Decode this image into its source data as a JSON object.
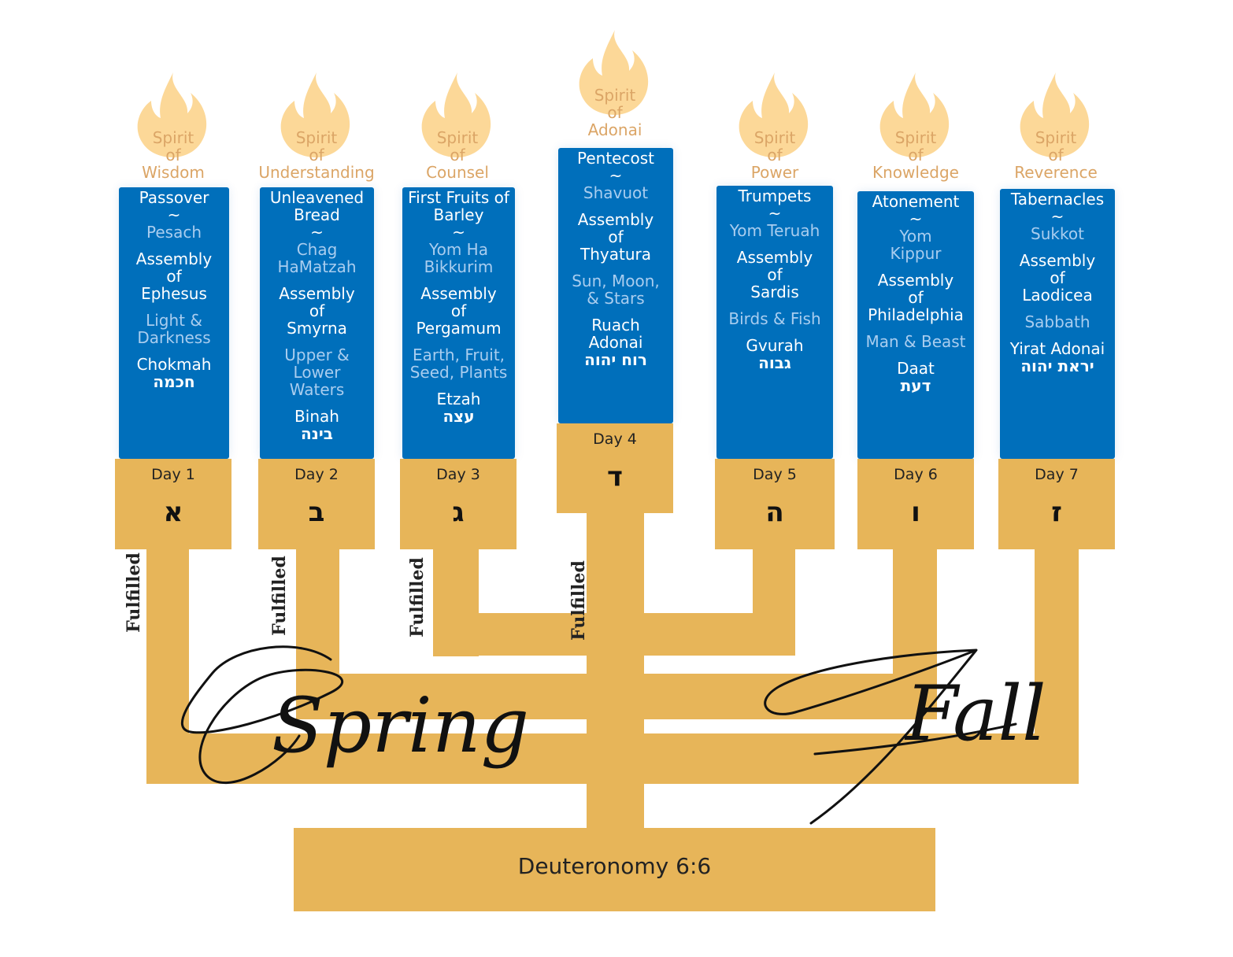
{
  "colors": {
    "gold": "#e7b559",
    "candle": "#006fbb",
    "flame": "#fcd898",
    "spirit_text": "#dba566",
    "light_text": "#a9cdef"
  },
  "candles": [
    {
      "spirit": "Spirit\nof\nWisdom",
      "feast": "Passover",
      "hebrew_name": "Pesach",
      "assembly": "Assembly\nof\nEphesus",
      "creation": "Light &\nDarkness",
      "attribute": "Chokmah",
      "hebrew": "חכמה",
      "day": "Day 1",
      "letter": "א",
      "status": "Fulfilled"
    },
    {
      "spirit": "Spirit\nof\nUnderstanding",
      "feast": "Unleavened\nBread",
      "hebrew_name": "Chag\nHaMatzah",
      "assembly": "Assembly\nof\nSmyrna",
      "creation": "Upper &\nLower\nWaters",
      "attribute": "Binah",
      "hebrew": "בינה",
      "day": "Day 2",
      "letter": "ב",
      "status": "Fulfilled"
    },
    {
      "spirit": "Spirit\nof\nCounsel",
      "feast": "First Fruits of\nBarley",
      "hebrew_name": "Yom Ha\nBikkurim",
      "assembly": "Assembly\nof\nPergamum",
      "creation": "Earth, Fruit,\nSeed, Plants",
      "attribute": "Etzah",
      "hebrew": "עצה",
      "day": "Day 3",
      "letter": "ג",
      "status": "Fulfilled"
    },
    {
      "spirit": "Spirit\nof\nAdonai",
      "feast": "Pentecost",
      "hebrew_name": "Shavuot",
      "assembly": "Assembly\nof\nThyatura",
      "creation": "Sun, Moon,\n& Stars",
      "attribute": "Ruach\nAdonai",
      "hebrew": "רוח יהוה",
      "day": "Day 4",
      "letter": "ד",
      "status": "Fulfilled"
    },
    {
      "spirit": "Spirit\nof\nPower",
      "feast": "Trumpets",
      "hebrew_name": "Yom Teruah",
      "assembly": "Assembly\nof\nSardis",
      "creation": "Birds & Fish",
      "attribute": "Gvurah",
      "hebrew": "גבוה",
      "day": "Day 5",
      "letter": "ה",
      "status": ""
    },
    {
      "spirit": "Spirit\nof\nKnowledge",
      "feast": "Atonement",
      "hebrew_name": "Yom\nKippur",
      "assembly": "Assembly\nof\nPhiladelphia",
      "creation": "Man & Beast",
      "attribute": "Daat",
      "hebrew": "דעת",
      "day": "Day 6",
      "letter": "ו",
      "status": ""
    },
    {
      "spirit": "Spirit\nof\nReverence",
      "feast": "Tabernacles",
      "hebrew_name": "Sukkot",
      "assembly": "Assembly\nof\nLaodicea",
      "creation": "Sabbath",
      "attribute": "Yirat Adonai",
      "hebrew": "יראת יהוה",
      "day": "Day 7",
      "letter": "ז",
      "status": ""
    }
  ],
  "tilde": "~",
  "script_left": "Spring",
  "script_right": "Fall",
  "base_text": "Deuteronomy 6:6"
}
